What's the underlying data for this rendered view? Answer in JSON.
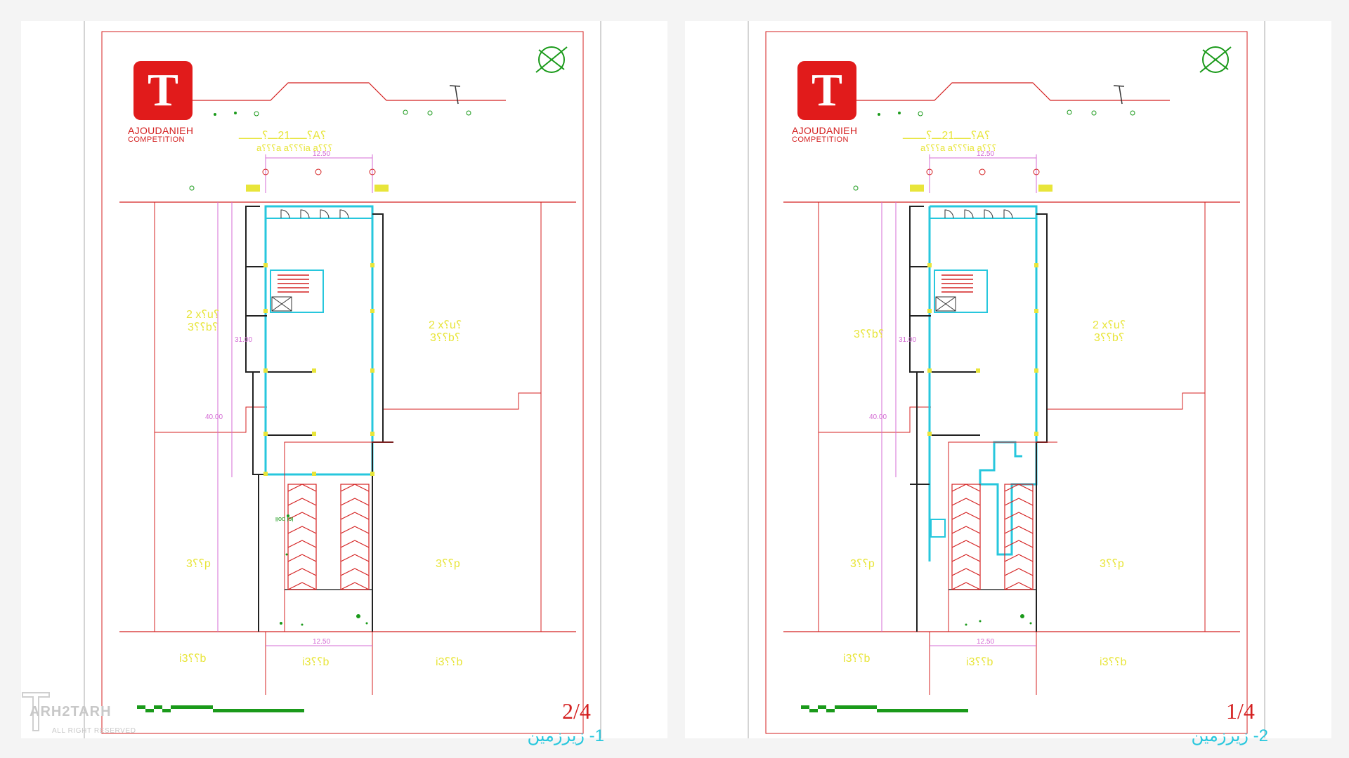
{
  "sheets": [
    {
      "firm": "AJOUDANIEH",
      "firm_sub": "COMPETITION",
      "sheet_number": "2/4",
      "caption": "1- زیرزمین",
      "labels": {
        "top": "؟ـــــ21ـــ؟ـــــــA؟",
        "top_sub": "a؟؟؟a a؟؟؟ia a؟؟؟",
        "left_upper": "2 x؟u؟\n؟؟3b؟",
        "right_upper": "2 x؟u؟\n؟؟3b؟",
        "left_lower": "3؟؟p",
        "right_lower": "3؟؟p",
        "bottom_left": "i؟؟3b",
        "bottom_mid": "i؟؟3b",
        "bottom_right": "i؟؟3b"
      },
      "dims": {
        "top": "12.50",
        "bottom": "12.50",
        "side_long": "40.00",
        "side_short": "31.00"
      }
    },
    {
      "firm": "AJOUDANIEH",
      "firm_sub": "COMPETITION",
      "sheet_number": "1/4",
      "caption": "2- زیرزمین",
      "labels": {
        "top": "؟ـــــ21ـــ؟ـــــــA؟",
        "top_sub": "a؟؟؟a a؟؟؟ia a؟؟؟",
        "left_upper": "؟؟3b؟",
        "right_upper": "2 x؟u؟\n؟؟3b؟",
        "left_lower": "3؟؟p",
        "right_lower": "3؟؟p",
        "bottom_left": "i؟؟3b",
        "bottom_mid": "i؟؟3b",
        "bottom_right": "i؟؟3b"
      },
      "dims": {
        "top": "12.50",
        "bottom": "12.50",
        "side_long": "40.00",
        "side_short": "31.00"
      }
    }
  ],
  "watermark": {
    "name": "ARH2TARH",
    "sub": "ALL RIGHT RESERVED"
  },
  "colors": {
    "red": "#d42020",
    "cyan": "#27c7dd",
    "yellow": "#e8e53a",
    "green": "#1a9a1a",
    "magenta": "#d46bd4"
  }
}
